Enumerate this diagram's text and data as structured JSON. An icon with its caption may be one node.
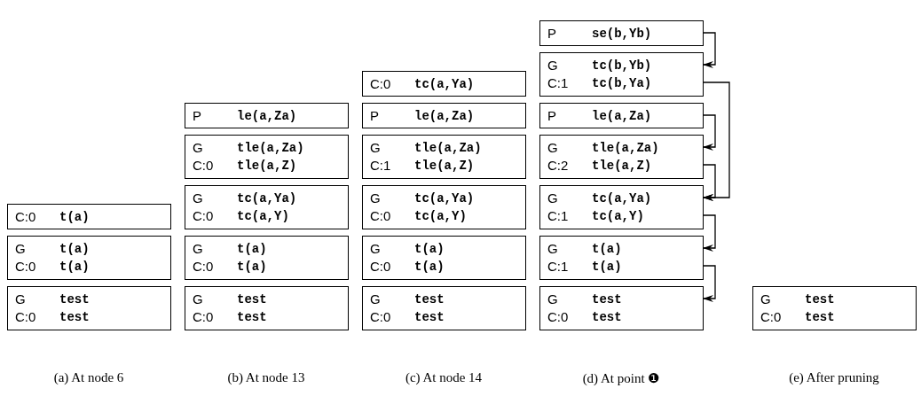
{
  "diagram": {
    "nodes": [
      {
        "text": [
          "C:0",
          "t(a)"
        ]
      },
      {
        "text": [
          "G",
          "t(a)",
          "C:0",
          "t(a)"
        ]
      },
      {
        "text": [
          "G",
          "test",
          "C:0",
          "test"
        ]
      },
      {
        "text": [
          "P",
          "le(a,Za)"
        ]
      },
      {
        "text": [
          "G",
          "tle(a,Za)",
          "C:0",
          "tle(a,Z)"
        ]
      },
      {
        "text": [
          "G",
          "tc(a,Ya)",
          "C:0",
          "tc(a,Y)"
        ]
      },
      {
        "text": [
          "G",
          "t(a)",
          "C:0",
          "t(a)"
        ]
      },
      {
        "text": [
          "G",
          "test",
          "C:0",
          "test"
        ]
      },
      {
        "text": [
          "C:0",
          "tc(a,Ya)"
        ]
      },
      {
        "text": [
          "P",
          "le(a,Za)"
        ]
      },
      {
        "text": [
          "G",
          "tle(a,Za)",
          "C:1",
          "tle(a,Z)"
        ]
      },
      {
        "text": [
          "G",
          "tc(a,Ya)",
          "C:0",
          "tc(a,Y)"
        ]
      },
      {
        "text": [
          "G",
          "t(a)",
          "C:0",
          "t(a)"
        ]
      },
      {
        "text": [
          "G",
          "test",
          "C:0",
          "test"
        ]
      },
      {
        "text": [
          "P",
          "se(b,Yb)"
        ]
      },
      {
        "text": [
          "G",
          "tc(b,Yb)",
          "C:1",
          "tc(b,Ya)"
        ]
      },
      {
        "text": [
          "P",
          "le(a,Za)"
        ]
      },
      {
        "text": [
          "G",
          "tle(a,Za)",
          "C:2",
          "tle(a,Z)"
        ]
      },
      {
        "text": [
          "G",
          "tc(a,Ya)",
          "C:1",
          "tc(a,Y)"
        ]
      },
      {
        "text": [
          "G",
          "t(a)",
          "C:1",
          "t(a)"
        ]
      },
      {
        "text": [
          "G",
          "test",
          "C:0",
          "test"
        ]
      },
      {
        "text": [
          "G",
          "test",
          "C:0",
          "test"
        ]
      }
    ],
    "edges": [
      {
        "from": 14,
        "to": 15,
        "arrow": "to"
      },
      {
        "from": 15,
        "to": 18,
        "arrow": "to"
      },
      {
        "from": 16,
        "to": 17,
        "arrow": "to"
      },
      {
        "from": 17,
        "to": 18,
        "arrow": "to"
      },
      {
        "from": 18,
        "to": 19,
        "arrow": "to"
      },
      {
        "from": 19,
        "to": 20,
        "arrow": "to"
      }
    ],
    "labels": [
      "(a) At node 6",
      "(b) At node 13",
      "(c) At node 14",
      "(d) At point ❶",
      "(e) After pruning"
    ]
  }
}
